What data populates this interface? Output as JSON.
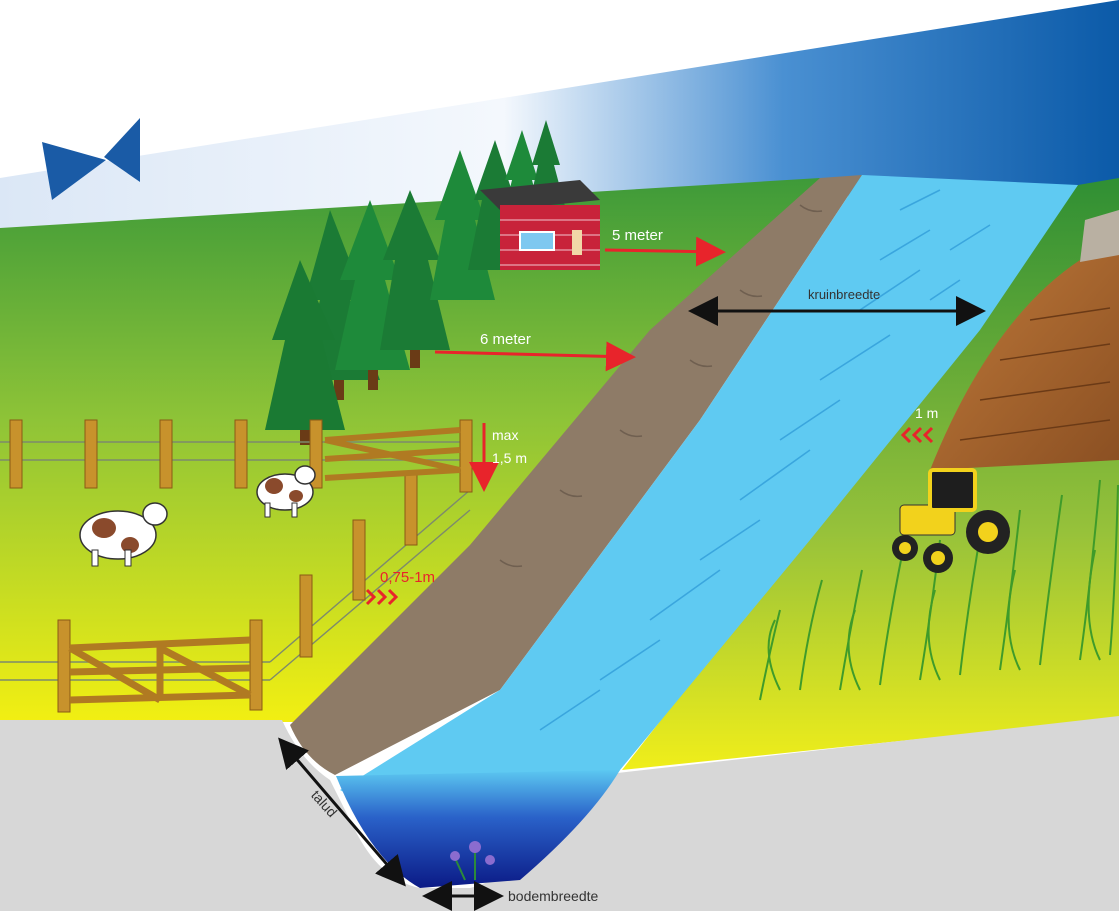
{
  "labels": {
    "dist_5m": "5 meter",
    "dist_6m": "6 meter",
    "dist_1m": "1 m",
    "max_line1": "max",
    "max_line2": "1,5 m",
    "fence_distance": "0,75-1m",
    "crest_width": "kruinbreedte",
    "slope": "talud",
    "bottom_width": "bodembreedte"
  },
  "colors": {
    "sky": "#1f6fb9",
    "logo": "#1a5ba6",
    "grass_top": "#3f9b3a",
    "grass_bottom": "#f2f000",
    "water": "#5fcaf2",
    "water_deep": "#0b1f8a",
    "bank": "#8d7a66",
    "ground": "#d6d6d6",
    "arrow_red": "#e8242b",
    "arrow_black": "#111111"
  },
  "icons": [
    "logo-icon",
    "house-icon",
    "tree-icon",
    "cow-icon",
    "tractor-icon",
    "gate-icon",
    "fence-post-icon",
    "flower-icon"
  ]
}
